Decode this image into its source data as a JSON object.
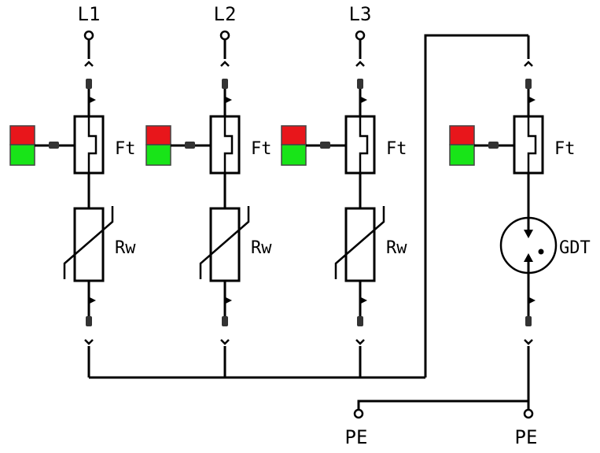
{
  "terminals": {
    "l1": "L1",
    "l2": "L2",
    "l3": "L3",
    "pe_left": "PE",
    "pe_right": "PE"
  },
  "modules": [
    {
      "fuse_label": "Ft",
      "protector_label": "Rw",
      "protector_type": "varistor"
    },
    {
      "fuse_label": "Ft",
      "protector_label": "Rw",
      "protector_type": "varistor"
    },
    {
      "fuse_label": "Ft",
      "protector_label": "Rw",
      "protector_type": "varistor"
    },
    {
      "fuse_label": "Ft",
      "protector_label": "GDT",
      "protector_type": "gas-discharge-tube"
    }
  ],
  "colors": {
    "indicator_top": "#e8161b",
    "indicator_bottom": "#18e418",
    "wire": "#000000"
  }
}
